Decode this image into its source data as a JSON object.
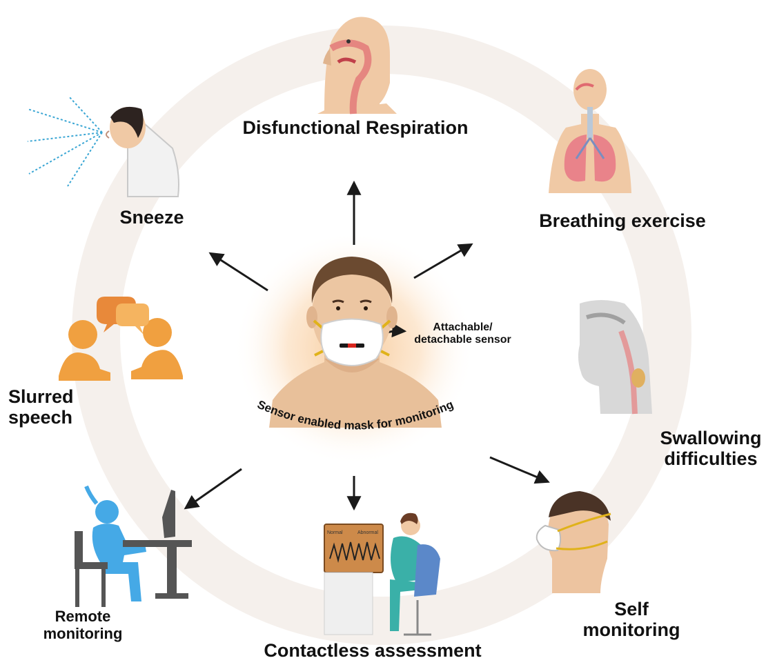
{
  "center": {
    "caption": "Sensor enabled mask for monitoring",
    "sensor_label_line1": "Attachable/",
    "sensor_label_line2": "detachable  sensor"
  },
  "nodes": {
    "disfunctional_respiration": "Disfunctional Respiration",
    "breathing_exercise": "Breathing exercise",
    "sneeze": "Sneeze",
    "slurred_speech_line1": "Slurred",
    "slurred_speech_line2": "speech",
    "swallowing_line1": "Swallowing",
    "swallowing_line2": "difficulties",
    "self_monitoring_line1": "Self",
    "self_monitoring_line2": "monitoring",
    "contactless_assessment": "Contactless assessment",
    "remote_monitoring_line1": "Remote",
    "remote_monitoring_line2": "monitoring"
  },
  "monitor_screen": {
    "left_label": "Normal",
    "right_label": "Abnormal"
  },
  "colors": {
    "ring": "#f5f0ec",
    "arrow": "#1a1a1a",
    "skin": "#e8c09a",
    "mask_strap": "#e0b21a",
    "sensor_red": "#d8261e",
    "speech_orange": "#f0a040",
    "remote_blue": "#45a9e6"
  },
  "icons": [
    "sneeze-person-icon",
    "respiration-head-icon",
    "lungs-torso-icon",
    "swallow-head-icon",
    "self-monitoring-mask-icon",
    "clinician-monitor-icon",
    "remote-worker-icon",
    "speech-people-icon"
  ]
}
